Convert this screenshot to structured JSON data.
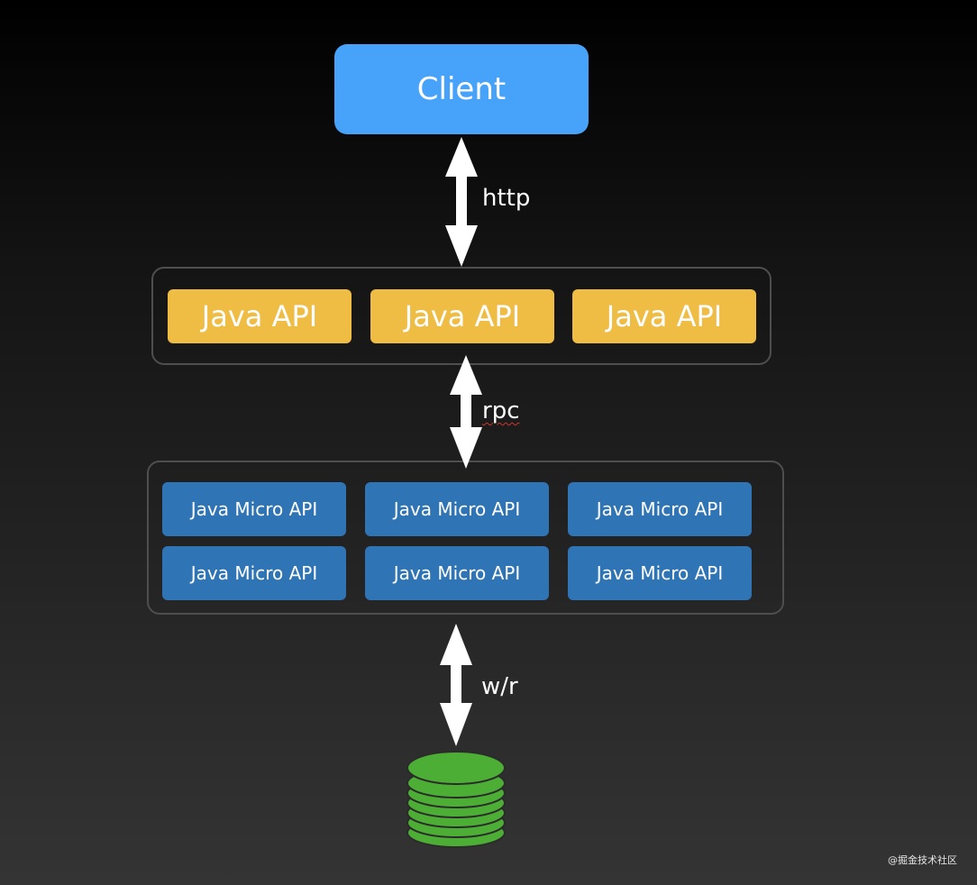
{
  "client": {
    "label": "Client"
  },
  "connections": {
    "http": "http",
    "rpc": "rpc",
    "wr": "w/r"
  },
  "api_layer": {
    "items": [
      "Java API",
      "Java API",
      "Java API"
    ]
  },
  "micro_layer": {
    "items": [
      "Java Micro API",
      "Java Micro API",
      "Java Micro API",
      "Java Micro API",
      "Java Micro API",
      "Java Micro API"
    ]
  },
  "database": {
    "icon": "database-icon",
    "color": "#4cae35"
  },
  "colors": {
    "client": "#47a3f9",
    "api": "#efbc44",
    "micro": "#2f74b5",
    "arrow": "#ffffff"
  },
  "watermark": "@掘金技术社区"
}
